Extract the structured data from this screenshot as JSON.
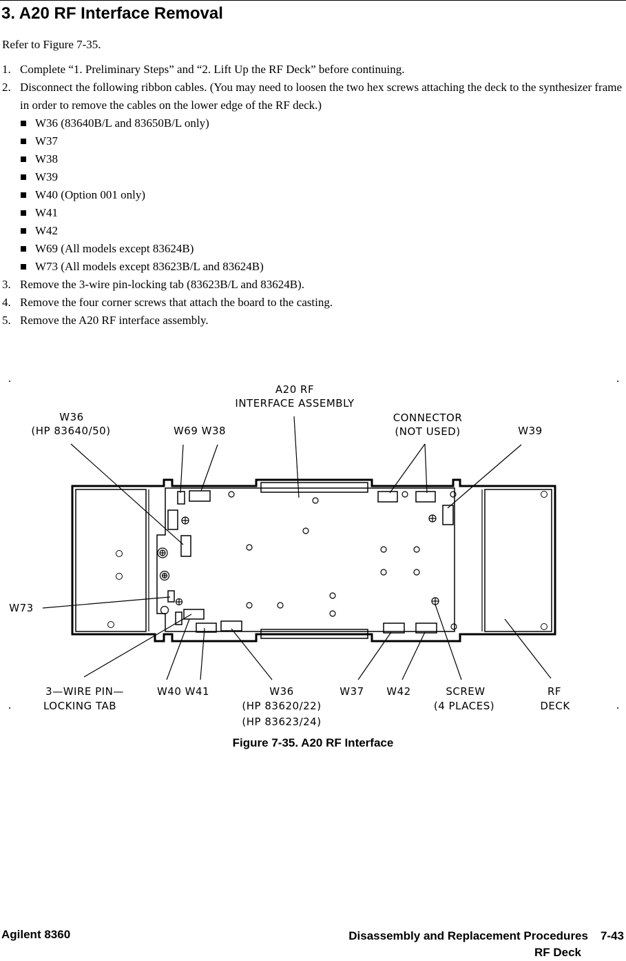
{
  "heading": "3. A20 RF Interface Removal",
  "intro": "Refer to Figure 7-35.",
  "steps": [
    {
      "num": "1.",
      "text": "Complete “1.  Preliminary Steps” and “2.  Lift Up the RF Deck” before continuing."
    },
    {
      "num": "2.",
      "text": "Disconnect the following ribbon cables. (You may need to loosen the two hex screws attaching the deck to the synthesizer frame in order to remove the cables on the lower edge of the RF deck.)"
    },
    {
      "num": "3.",
      "text": "Remove the 3-wire pin-locking tab (83623B/L and 83624B)."
    },
    {
      "num": "4.",
      "text": "Remove the four corner screws that attach the board to the casting."
    },
    {
      "num": "5.",
      "text": "Remove the A20 RF interface assembly."
    }
  ],
  "cables": [
    "W36 (83640B/L and 83650B/L only)",
    "W37",
    "W38",
    "W39",
    "W40 (Option 001 only)",
    "W41",
    "W42",
    "W69 (All models except 83624B)",
    "W73 (All models except 83623B/L and 83624B)"
  ],
  "figure": {
    "labels": {
      "a20_1": "A20  RF",
      "a20_2": "INTERFACE  ASSEMBLY",
      "w36_top_1": "W36",
      "w36_top_2": "(HP  83640/50)",
      "w69_w38": "W69  W38",
      "connector_1": "CONNECTOR",
      "connector_2": "(NOT  USED)",
      "w39": "W39",
      "w73": "W73",
      "tab_1": "3—WIRE  PIN—",
      "tab_2": "LOCKING  TAB",
      "w40_w41": "W40  W41",
      "w36_bot_1": "W36",
      "w36_bot_2": "(HP  83620/22)",
      "w36_bot_3": "(HP  83623/24)",
      "w37": "W37",
      "w42": "W42",
      "screw_1": "SCREW",
      "screw_2": "(4  PLACES)",
      "rf_1": "RF",
      "rf_2": "DECK"
    },
    "caption": "Figure 7-35. A20 RF Interface"
  },
  "footer": {
    "left": "Agilent 8360",
    "section": "Disassembly and Replacement Procedures",
    "page": "7-43",
    "subsection": "RF Deck"
  }
}
